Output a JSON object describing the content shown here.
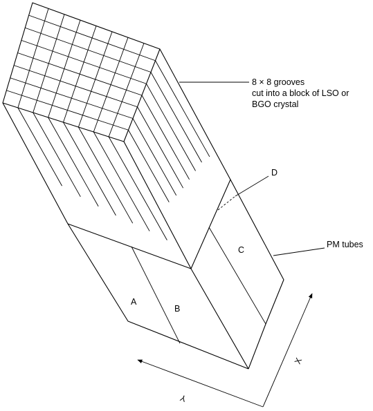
{
  "callouts": {
    "grooves_line1": "8 × 8 grooves",
    "grooves_line2": "cut into a block of LSO or",
    "grooves_line3": "BGO crystal",
    "pm_tubes": "PM tubes"
  },
  "tube_labels": {
    "a": "A",
    "b": "B",
    "c": "C",
    "d": "D"
  },
  "axes": {
    "x": "X",
    "y": "Y"
  },
  "grid": {
    "rows": 8,
    "cols": 8
  }
}
